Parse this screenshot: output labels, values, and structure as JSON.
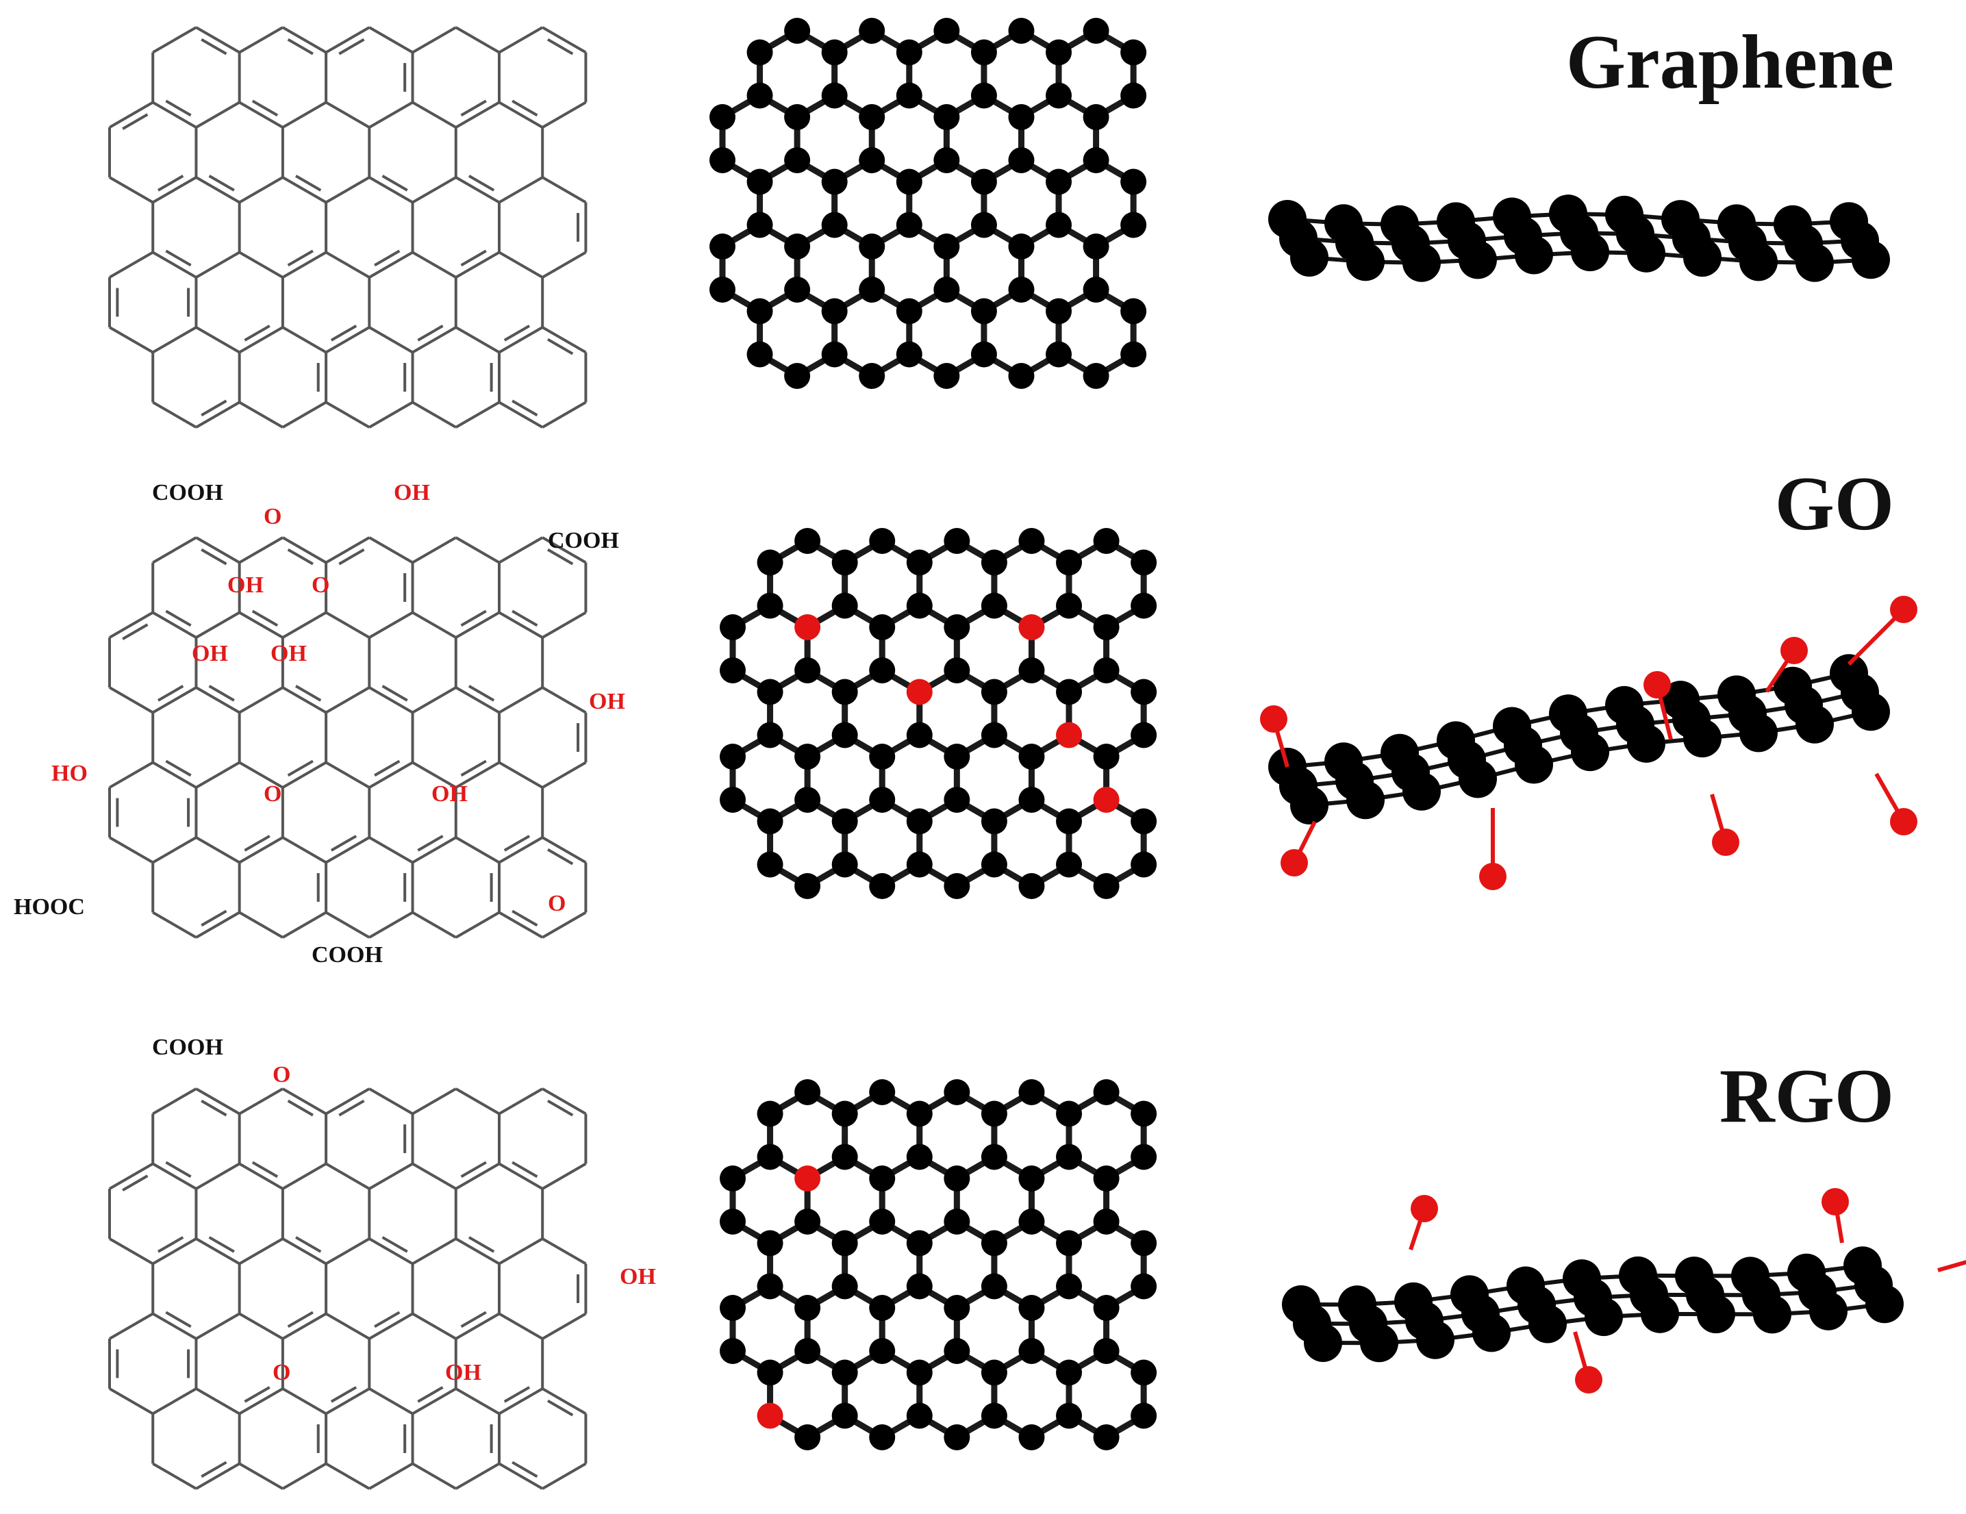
{
  "colors": {
    "carbon": "#000000",
    "oxygen": "#e41414",
    "bond": "#555555",
    "label_black": "#111111",
    "label_red": "#e11a1a",
    "background": "#ffffff"
  },
  "rows": [
    {
      "title": "Graphene",
      "groups": []
    },
    {
      "title": "GO",
      "groups": [
        "COOH",
        "O",
        "OH",
        "COOH",
        "OH",
        "O",
        "OH",
        "OH",
        "OH",
        "HO",
        "O",
        "OH",
        "HOOC",
        "COOH",
        "O"
      ]
    },
    {
      "title": "RGO",
      "groups": [
        "COOH",
        "O",
        "OH",
        "O",
        "OH"
      ]
    }
  ]
}
